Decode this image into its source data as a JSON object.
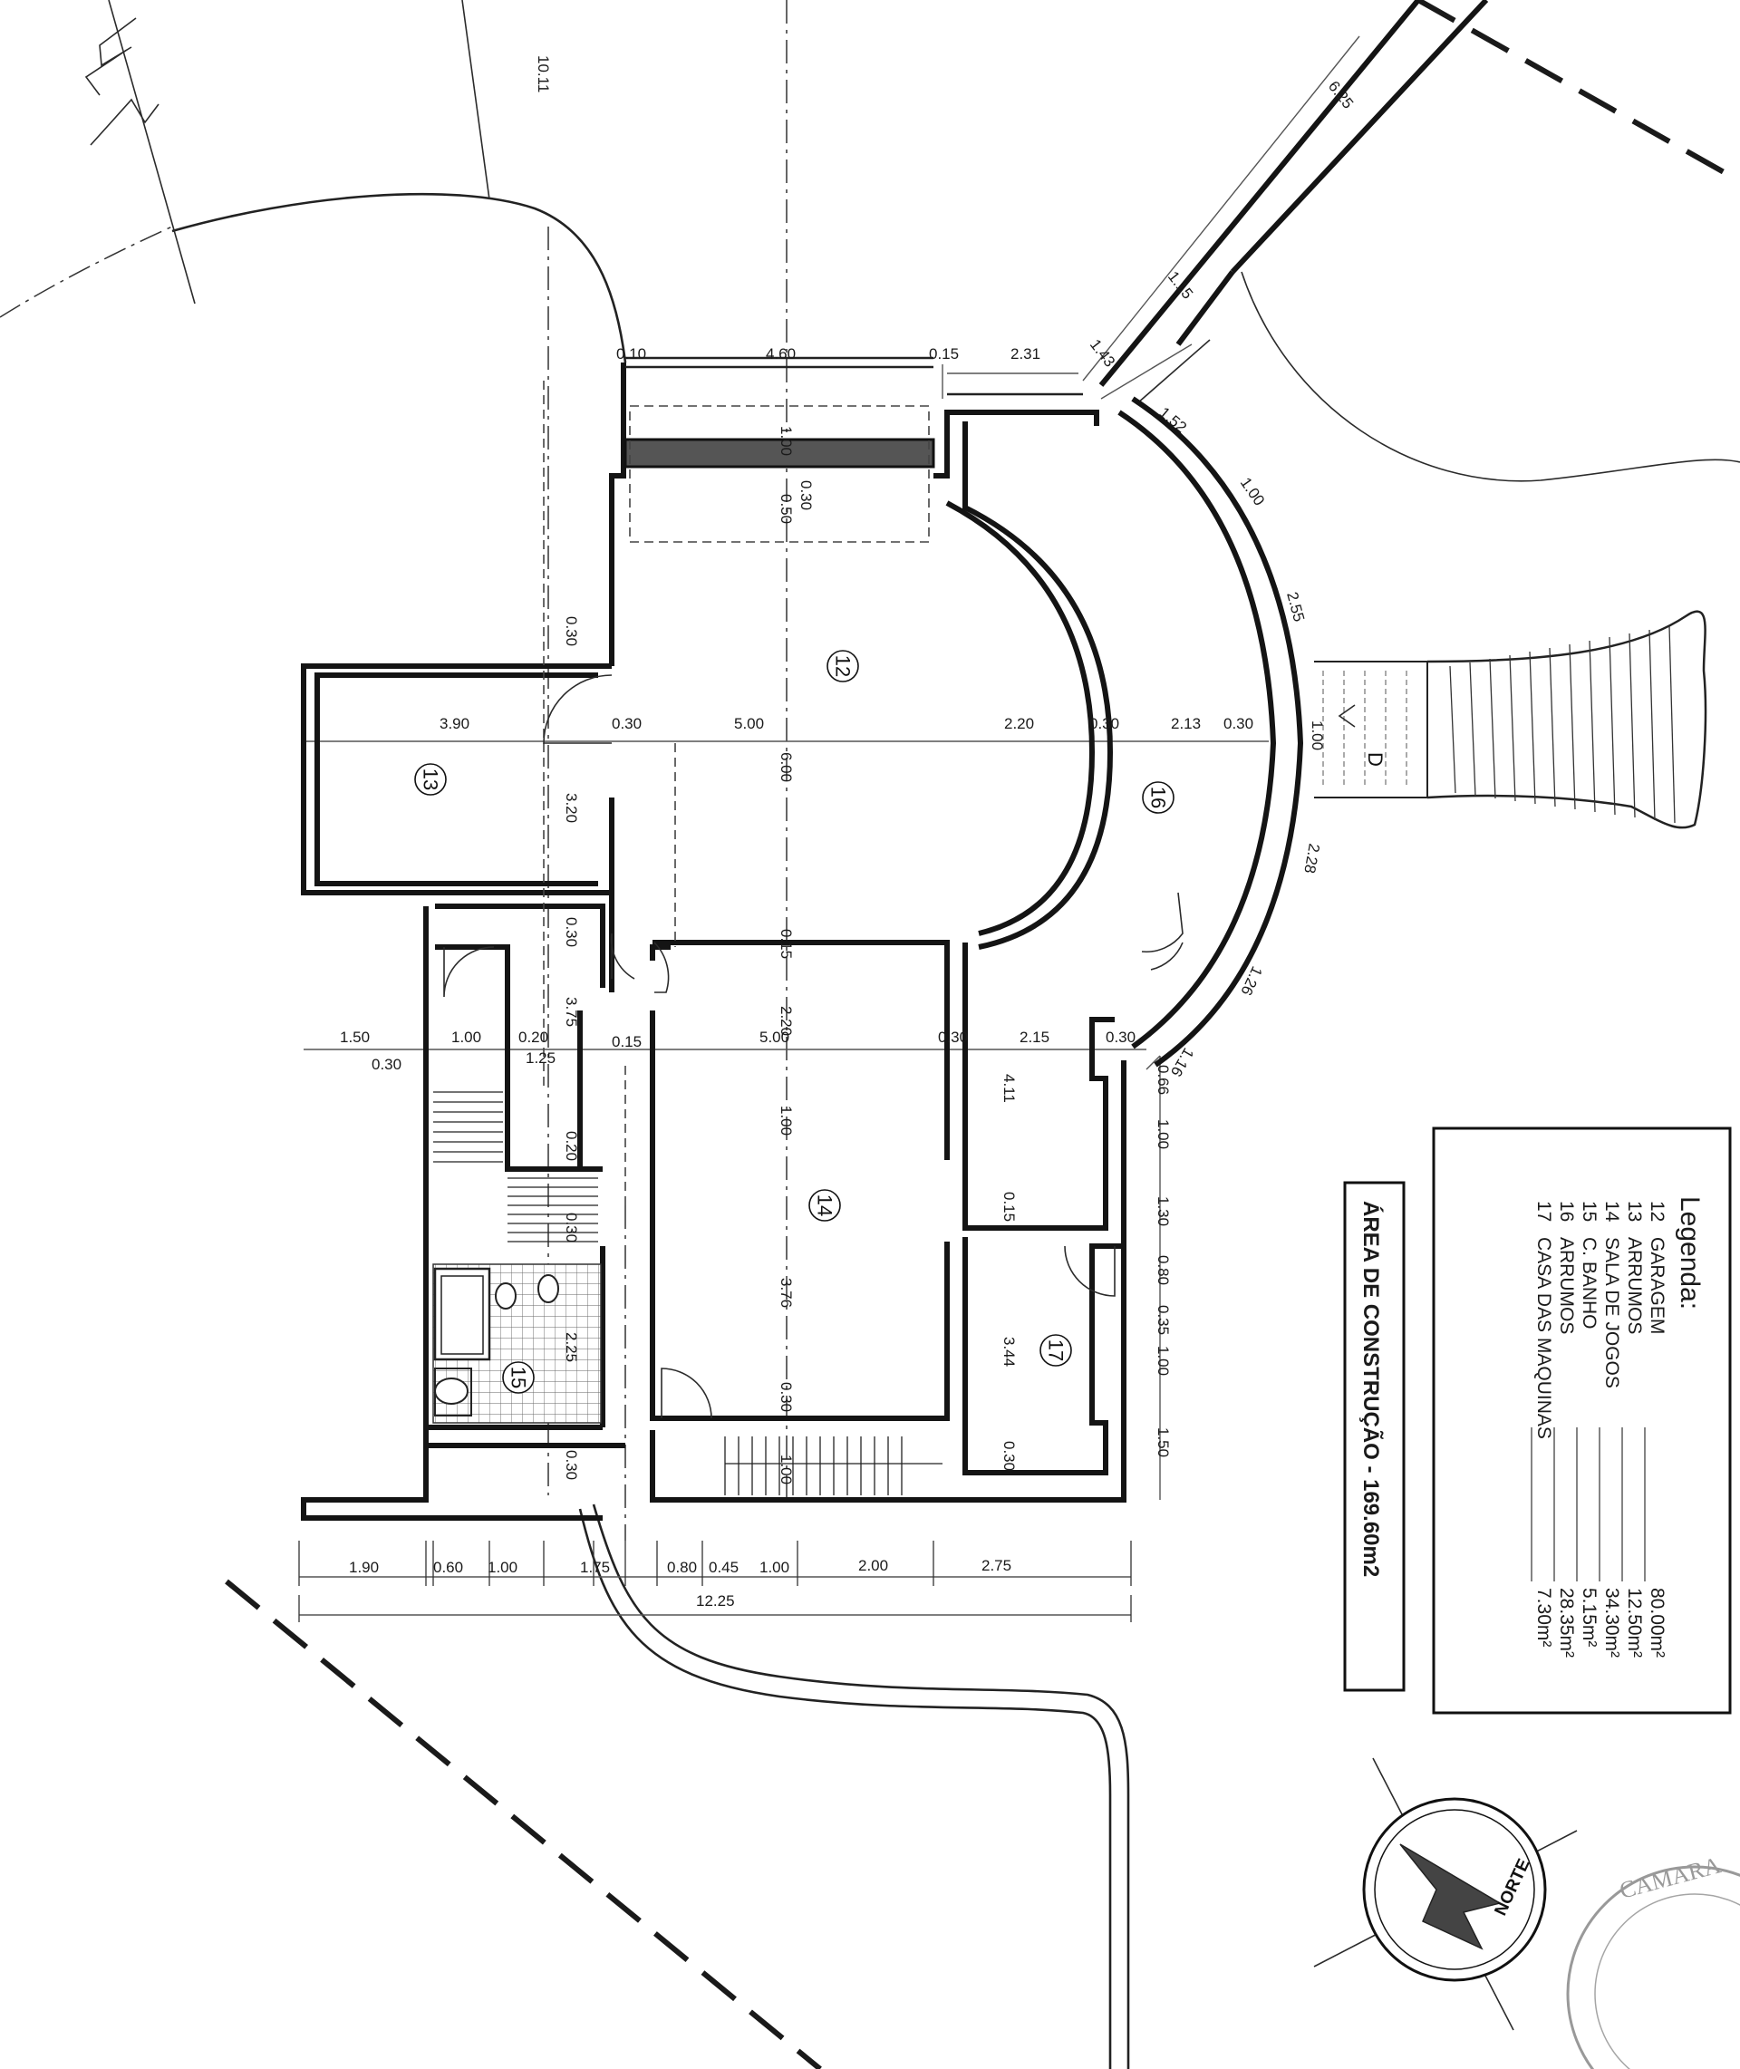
{
  "rooms": [
    {
      "number": "12",
      "name": "GARAGEM",
      "area": "80.00m²"
    },
    {
      "number": "13",
      "name": "ARRUMOS",
      "area": "12.50m²"
    },
    {
      "number": "14",
      "name": "SALA DE JOGOS",
      "area": "34.30m²"
    },
    {
      "number": "15",
      "name": "C. BANHO",
      "area": "5.15m²"
    },
    {
      "number": "16",
      "name": "ARRUMOS",
      "area": "28.35m²"
    },
    {
      "number": "17",
      "name": "CASA DAS MAQUINAS",
      "area": "7.30m²"
    }
  ],
  "legend": {
    "title": "Legenda:"
  },
  "area_label": "ÁREA DE CONSTRUÇÃO - 169.60m2",
  "compass_label": "NORTE",
  "section_marker": "D",
  "stamp_text": "CAMARA",
  "dimensions": {
    "top_axis": "10.11",
    "top_row": [
      "0.10",
      "4.60",
      "0.15",
      "2.31"
    ],
    "ramp": [
      "6.25",
      "1.43",
      "1.15"
    ],
    "garage": [
      "1.00",
      "0.30",
      "0.50",
      "6.00",
      "0.15",
      "2.20",
      "0.30"
    ],
    "mid_row": [
      "3.90",
      "0.30",
      "5.00",
      "2.20",
      "0.30",
      "2.13",
      "0.30"
    ],
    "left_col": [
      "0.30",
      "3.20",
      "0.30",
      "3.75",
      "1.25",
      "0.20",
      "0.30",
      "2.25",
      "0.30"
    ],
    "lower_row": [
      "1.50",
      "0.30",
      "1.00",
      "0.20",
      "0.15",
      "5.00",
      "0.30",
      "2.15",
      "0.30"
    ],
    "room14": [
      "1.00",
      "3.76",
      "0.30",
      "1.00"
    ],
    "room17": [
      "4.11",
      "0.15",
      "3.44",
      "0.30"
    ],
    "right_col": [
      "0.66",
      "1.00",
      "1.30",
      "0.80",
      "0.35",
      "1.00",
      "1.50"
    ],
    "arc": [
      "1.52",
      "1.00",
      "2.55",
      "1.00",
      "2.28",
      "1.26",
      "1.16"
    ],
    "bottom_row": [
      "1.90",
      "0.60",
      "1.00",
      "1.75",
      "0.80",
      "0.45",
      "1.00",
      "2.00",
      "2.75"
    ],
    "total": "12.25"
  }
}
